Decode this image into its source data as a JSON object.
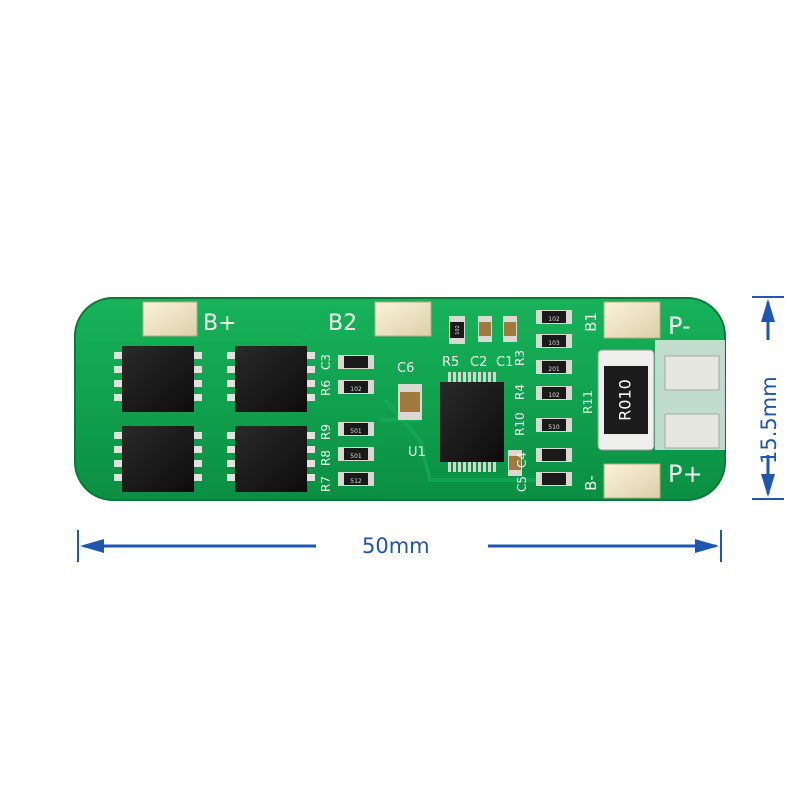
{
  "dimensions": {
    "width_label": "50mm",
    "height_label": "15.5mm"
  },
  "board": {
    "pads": {
      "b_plus": "B+",
      "b2": "B2",
      "b1": "B1",
      "b_minus": "B-",
      "p_minus": "P-",
      "p_plus": "P+"
    },
    "components": {
      "u1": "U1",
      "c6": "C6",
      "r5": "R5",
      "c2": "C2",
      "c1": "C1",
      "r3": "R3",
      "r4": "R4",
      "r10": "R10",
      "c4": "C4",
      "c5": "C5",
      "r6": "R6",
      "c3": "C3",
      "r9": "R9",
      "r8": "R8",
      "r7": "R7",
      "r11": "R11",
      "shunt_marking": "R010"
    },
    "resistor_codes": {
      "r102_a": "102",
      "r102_b": "102",
      "r102_c": "102",
      "r102_d": "102",
      "r103": "103",
      "r201": "201",
      "r501_a": "501",
      "r501_b": "501",
      "r510": "510",
      "r512": "512"
    }
  },
  "colors": {
    "pcb": "#0fa04d",
    "dimension": "#1e56b0",
    "silkscreen": "#f2f7f2"
  }
}
